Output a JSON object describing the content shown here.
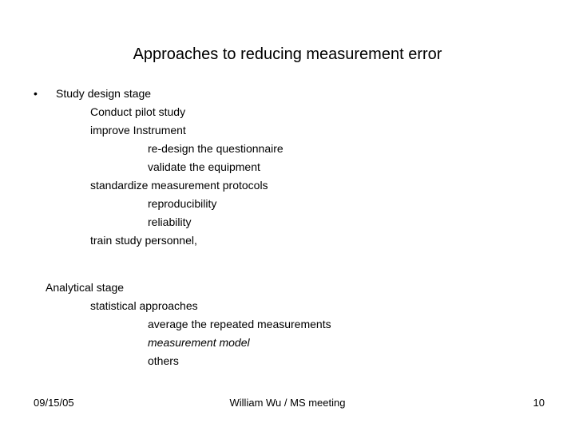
{
  "slide": {
    "title": "Approaches to reducing measurement error",
    "background_color": "#ffffff",
    "text_color": "#000000",
    "bullet_glyph": "•",
    "outline": [
      {
        "group_name": "study-design-stage",
        "lines": [
          {
            "text": "Study design stage",
            "level": 1,
            "bullet": true,
            "italic": false
          },
          {
            "text": "Conduct pilot study",
            "level": 2,
            "bullet": false,
            "italic": false
          },
          {
            "text": "improve Instrument",
            "level": 2,
            "bullet": false,
            "italic": false
          },
          {
            "text": "re-design the questionnaire",
            "level": 3,
            "bullet": false,
            "italic": false
          },
          {
            "text": "validate the equipment",
            "level": 3,
            "bullet": false,
            "italic": false
          },
          {
            "text": "standardize measurement protocols",
            "level": 2,
            "bullet": false,
            "italic": false
          },
          {
            "text": "reproducibility",
            "level": 3,
            "bullet": false,
            "italic": false
          },
          {
            "text": "reliability",
            "level": 3,
            "bullet": false,
            "italic": false
          },
          {
            "text": "train study personnel,",
            "level": 2,
            "bullet": false,
            "italic": false
          }
        ]
      },
      {
        "group_name": "analytical-stage",
        "lines": [
          {
            "text": "Analytical stage",
            "level": 1,
            "bullet": false,
            "italic": false
          },
          {
            "text": "statistical approaches",
            "level": 2,
            "bullet": false,
            "italic": false
          },
          {
            "text": "average the repeated measurements",
            "level": 3,
            "bullet": false,
            "italic": false
          },
          {
            "text": "measurement model",
            "level": 3,
            "bullet": false,
            "italic": true
          },
          {
            "text": "others",
            "level": 3,
            "bullet": false,
            "italic": false
          }
        ]
      }
    ]
  },
  "footer": {
    "date": "09/15/05",
    "center": "William Wu / MS meeting",
    "page_number": "10"
  }
}
